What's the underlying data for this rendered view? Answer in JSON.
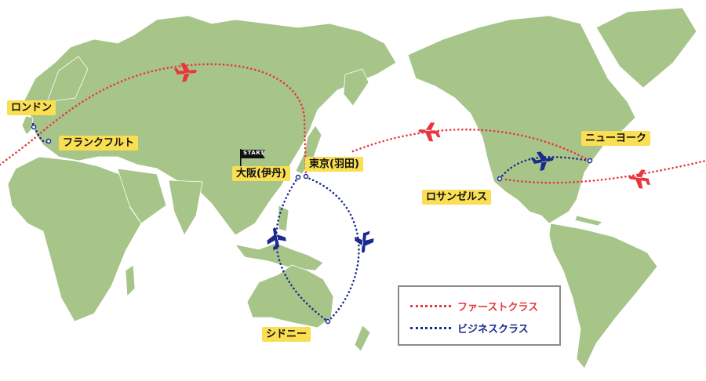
{
  "cities": {
    "london": "ロンドン",
    "frankfurt": "フランクフルト",
    "osaka": "大阪(伊丹)",
    "tokyo": "東京(羽田)",
    "new_york": "ニューヨーク",
    "los_angeles": "ロサンゼルス",
    "sydney": "シドニー"
  },
  "start_flag": {
    "text": "START"
  },
  "legend": {
    "first_class": {
      "label": "ファーストクラス",
      "color": "#e8363e"
    },
    "business_class": {
      "label": "ビジネスクラス",
      "color": "#1b2a8e"
    }
  },
  "colors": {
    "land": "#a7c489",
    "ocean": "#ffffff",
    "label_bg": "#fadf54"
  }
}
